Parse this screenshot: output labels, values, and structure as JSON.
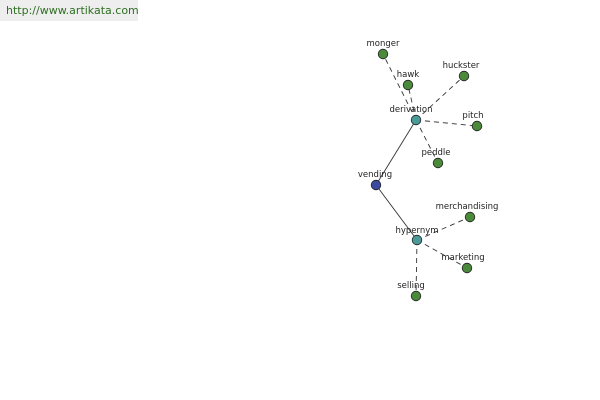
{
  "source": {
    "url": "http://www.artikata.com"
  },
  "graph": {
    "colors": {
      "root": "#3a4aa0",
      "hub": "#4a9a9a",
      "leaf": "#4a8a3a",
      "edge": "#333333",
      "node_stroke": "#222222"
    },
    "nodes": [
      {
        "id": "vending",
        "label": "vending",
        "kind": "root"
      },
      {
        "id": "derivation",
        "label": "derivation",
        "kind": "hub"
      },
      {
        "id": "hypernym",
        "label": "hypernym",
        "kind": "hub"
      },
      {
        "id": "monger",
        "label": "monger",
        "kind": "leaf"
      },
      {
        "id": "hawk",
        "label": "hawk",
        "kind": "leaf"
      },
      {
        "id": "huckster",
        "label": "huckster",
        "kind": "leaf"
      },
      {
        "id": "pitch",
        "label": "pitch",
        "kind": "leaf"
      },
      {
        "id": "peddle",
        "label": "peddle",
        "kind": "leaf"
      },
      {
        "id": "merchandising",
        "label": "merchandising",
        "kind": "leaf"
      },
      {
        "id": "marketing",
        "label": "marketing",
        "kind": "leaf"
      },
      {
        "id": "selling",
        "label": "selling",
        "kind": "leaf"
      }
    ],
    "edges": [
      {
        "from": "vending",
        "to": "derivation",
        "style": "solid"
      },
      {
        "from": "vending",
        "to": "hypernym",
        "style": "solid"
      },
      {
        "from": "derivation",
        "to": "monger",
        "style": "dashed"
      },
      {
        "from": "derivation",
        "to": "hawk",
        "style": "dashed"
      },
      {
        "from": "derivation",
        "to": "huckster",
        "style": "dashed"
      },
      {
        "from": "derivation",
        "to": "pitch",
        "style": "dashed"
      },
      {
        "from": "derivation",
        "to": "peddle",
        "style": "dashed"
      },
      {
        "from": "hypernym",
        "to": "merchandising",
        "style": "dashed"
      },
      {
        "from": "hypernym",
        "to": "marketing",
        "style": "dashed"
      },
      {
        "from": "hypernym",
        "to": "selling",
        "style": "dashed"
      }
    ]
  }
}
